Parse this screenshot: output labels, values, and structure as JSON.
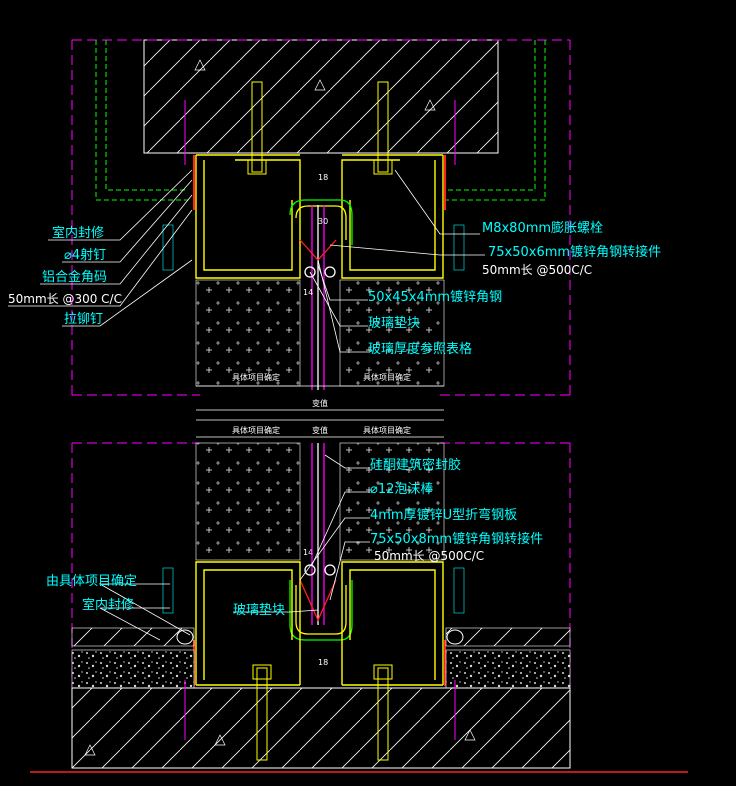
{
  "colors": {
    "background": "#000000",
    "magenta": "#ff00ff",
    "green": "#00ff00",
    "yellow": "#ffff00",
    "cyan": "#00ffff",
    "white": "#ffffff",
    "red": "#ff2020",
    "concrete": "#d8d8d8"
  },
  "labels": {
    "left_top": [
      "室内封修",
      "⌀4射钉",
      "铝合金角码",
      "50mm长 @300 C/C",
      "拉铆钉"
    ],
    "right_top": [
      "M8x80mm膨胀螺栓",
      "75x50x6mm镀锌角钢转接件",
      "50mm长 @500C/C"
    ],
    "right_mid": [
      "50x45x4mm镀锌角钢",
      "玻璃垫块",
      "玻璃厚度参照表格"
    ],
    "right_low": [
      "硅酮建筑密封胶",
      "⌀12泡沫棒",
      "4mm厚镀锌U型折弯钢板",
      "75x50x8mm镀锌角钢转接件",
      "50mm长 @500C/C"
    ],
    "left_bottom": [
      "由具体项目确定",
      "室内封修"
    ],
    "glass_pad_bottom": "玻璃垫块"
  },
  "dims": {
    "project_defined": "具体项目确定",
    "width_variable": "变值",
    "gap_top": "18",
    "gap_mid": "30",
    "gap_bottom": "18",
    "side_14": "14"
  }
}
